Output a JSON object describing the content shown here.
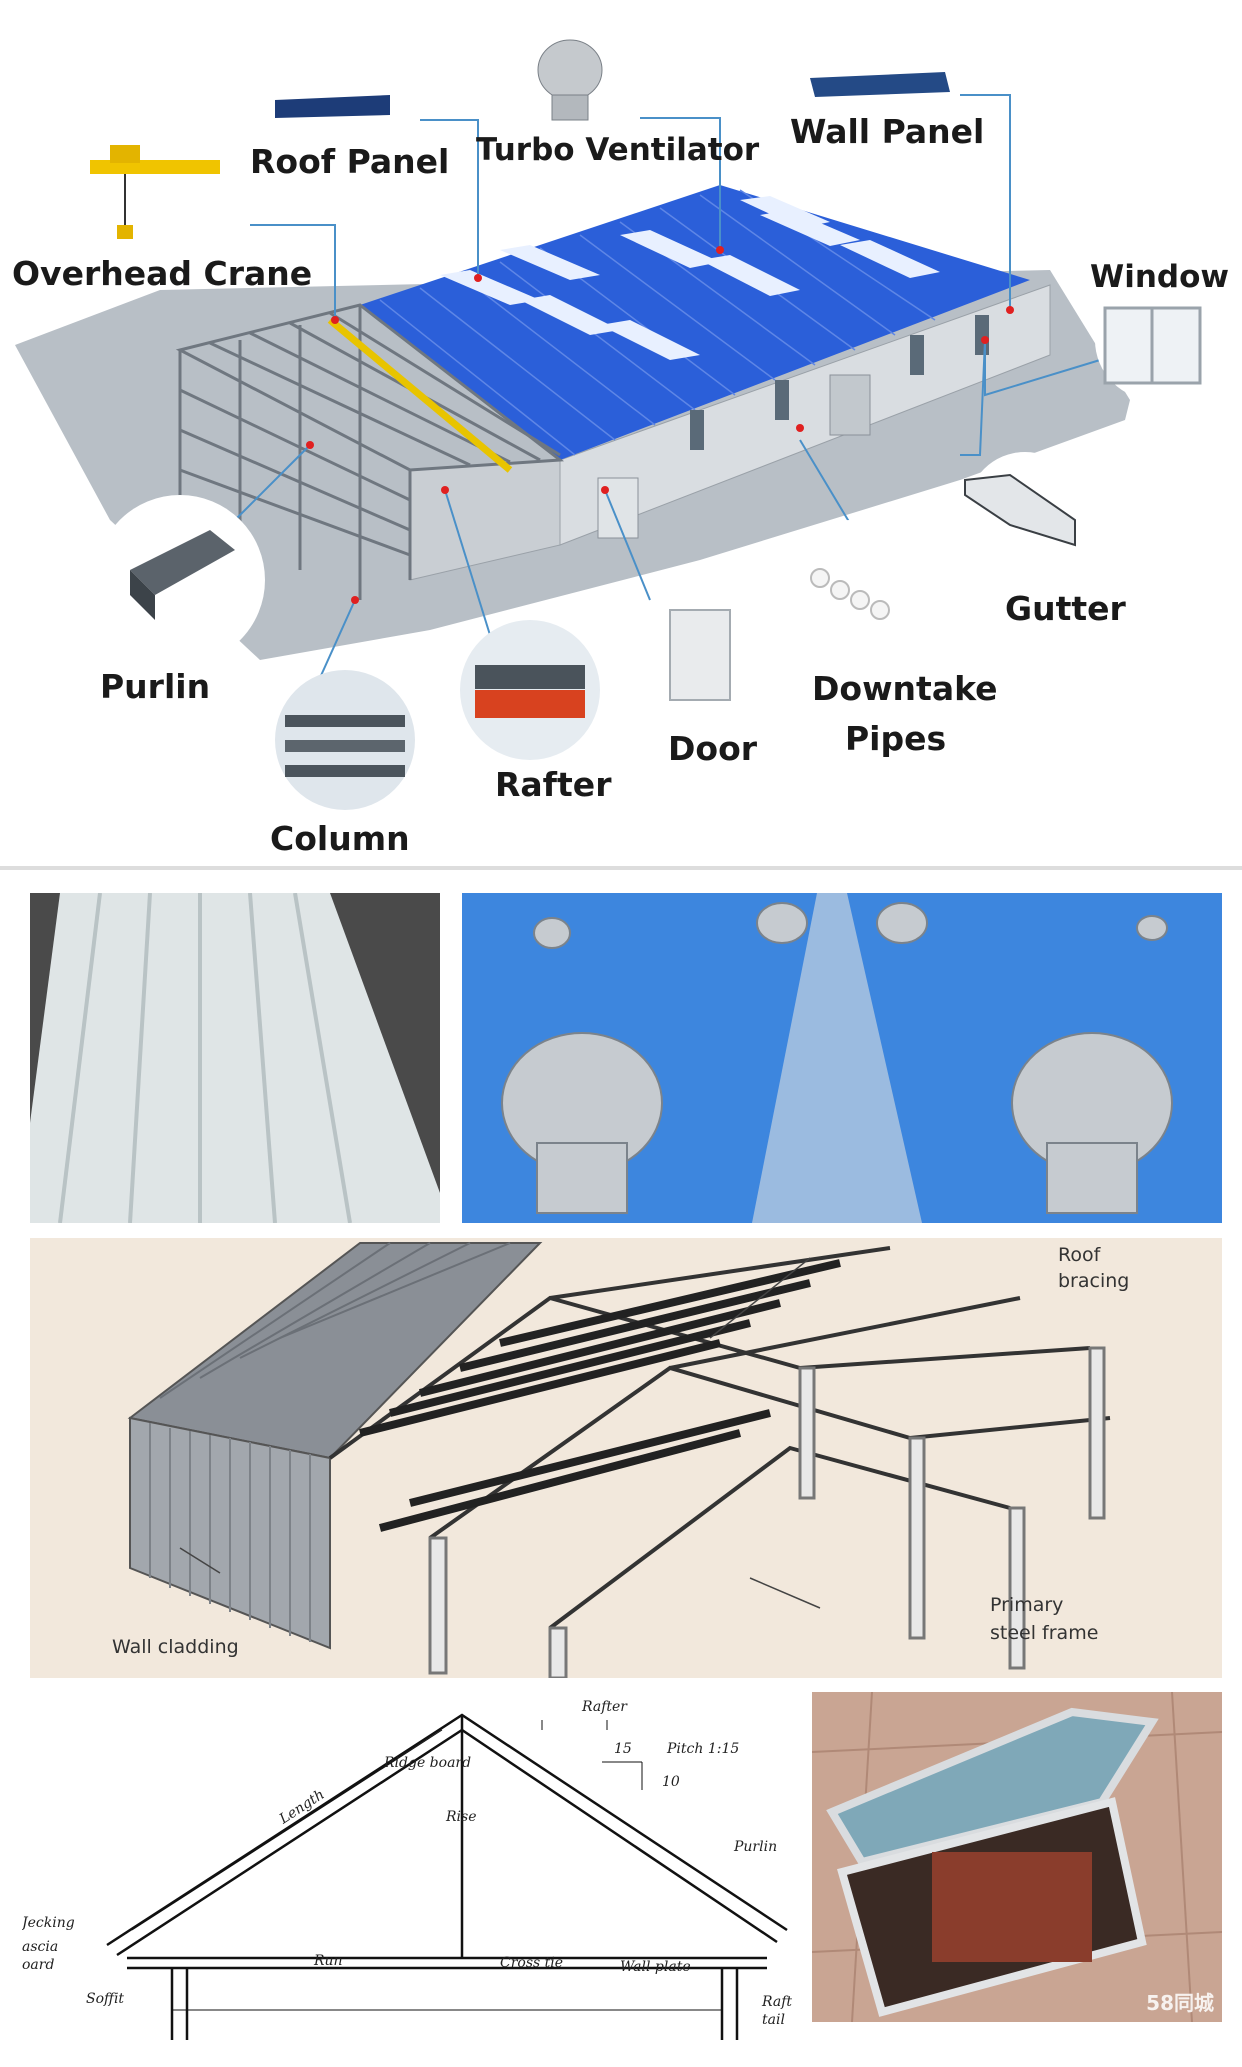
{
  "diagram": {
    "labels": {
      "roof_panel": "Roof Panel",
      "turbo_ventilator": "Turbo Ventilator",
      "wall_panel": "Wall Panel",
      "overhead_crane": "Overhead Crane",
      "window": "Window",
      "purlin": "Purlin",
      "gutter": "Gutter",
      "downtake_pipes_line1": "Downtake",
      "downtake_pipes_line2": "Pipes",
      "door": "Door",
      "rafter": "Rafter",
      "column": "Column"
    }
  },
  "frame_diagram": {
    "roof_bracing_line1": "Roof",
    "roof_bracing_line2": "bracing",
    "wall_cladding": "Wall cladding",
    "primary_steel_frame_line1": "Primary",
    "primary_steel_frame_line2": "steel frame"
  },
  "truss_diagram": {
    "rafter": "Rafter",
    "pitch": "Pitch 1:15",
    "pitch_run": "15",
    "pitch_rise": "10",
    "ridge_board": "Ridge board",
    "length": "Length",
    "rise": "Rise",
    "purlin": "Purlin",
    "decking": "Jecking",
    "fascia_line1": "ascia",
    "fascia_line2": "oard",
    "soffit": "Soffit",
    "run": "Run",
    "cross_tie": "Cross tie",
    "wall_plate": "Wall plate",
    "rafter_tail_line1": "Raft",
    "rafter_tail_line2": "tail"
  },
  "watermark": "58同城",
  "colors": {
    "roof_blue": "#2b5fd9",
    "ground": "#b9c0c6",
    "steel": "#8c949c",
    "diagram_bg": "#f2e8dc",
    "leader_line": "#4a90c8"
  }
}
